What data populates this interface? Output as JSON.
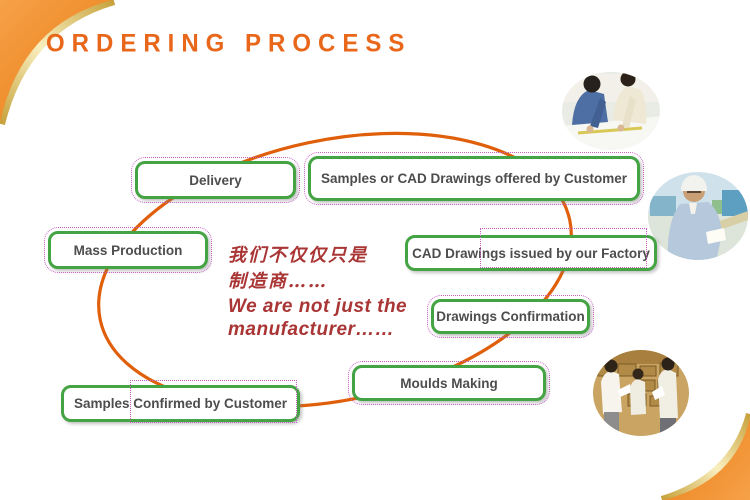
{
  "title": "ORDERING PROCESS",
  "steps": [
    {
      "id": "samples-offered",
      "label": "Samples or CAD Drawings offered by Customer"
    },
    {
      "id": "cad-issued",
      "label": "CAD Drawings issued by our Factory"
    },
    {
      "id": "drawings-confirmation",
      "label": "Drawings Confirmation"
    },
    {
      "id": "moulds-making",
      "label": "Moulds Making"
    },
    {
      "id": "samples-confirmed",
      "label": "Samples Confirmed by Customer"
    },
    {
      "id": "mass-production",
      "label": "Mass Production"
    },
    {
      "id": "delivery",
      "label": "Delivery"
    }
  ],
  "slogan": {
    "zh1": "我们不仅仅只是",
    "zh2": "制造商……",
    "en1": "We are not just the",
    "en2": "manufacturer……"
  },
  "photos": [
    {
      "name": "customers-reviewing-drawings"
    },
    {
      "name": "factory-engineer-with-hard-hat"
    },
    {
      "name": "warehouse-sample-inspection"
    }
  ],
  "colors": {
    "title_orange": "#e8671a",
    "curve_orange": "#e05f0a",
    "corner_orange_light": "#f6a148",
    "corner_orange_dark": "#e87a10",
    "gold_dark": "#c6a13a",
    "gold_light": "#f9efbe",
    "box_border_green": "#44a342",
    "selection_magenta": "#c45fc4",
    "box_text_gray": "#4d4d4d",
    "slogan_red": "#a93535"
  }
}
